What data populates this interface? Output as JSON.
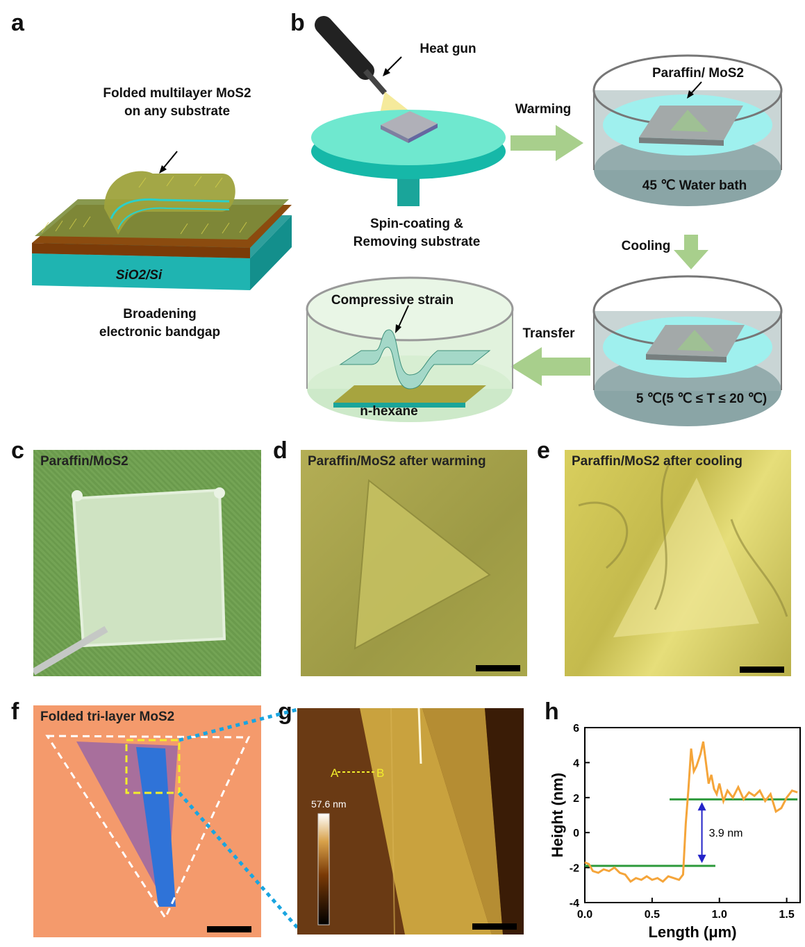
{
  "panels": {
    "a": {
      "letter": "a",
      "annotation": "Folded  multilayer MoS2 on any substrate",
      "substrate": "SiO2/Si",
      "caption_line1": "Broadening",
      "caption_line2": "electronic bandgap"
    },
    "b": {
      "letter": "b",
      "heat_gun": "Heat gun",
      "spin_line1": "Spin-coating &",
      "spin_line2": "Removing substrate",
      "warming": "Warming",
      "paraffin_mos2": "Paraffin/ MoS2",
      "water_bath": "45 ℃ Water bath",
      "cooling": "Cooling",
      "cold_bath": "5 ℃(5 ℃ ≤ T ≤ 20 ℃)",
      "transfer": "Transfer",
      "compressive": "Compressive strain",
      "hexane": "n-hexane"
    },
    "c": {
      "letter": "c",
      "title": "Paraffin/MoS2"
    },
    "d": {
      "letter": "d",
      "title": "Paraffin/MoS2 after warming"
    },
    "e": {
      "letter": "e",
      "title": "Paraffin/MoS2 after cooling"
    },
    "f": {
      "letter": "f",
      "title": "Folded tri-layer MoS2"
    },
    "g": {
      "letter": "g",
      "colorbar_max": "57.6 nm",
      "line_a": "A",
      "line_b": "B"
    },
    "h": {
      "letter": "h",
      "step_label": "3.9 nm"
    }
  },
  "colors": {
    "green_bg": "#6e9a4f",
    "olive_bg": "#a9a64a",
    "yellow_bg": "#d8cf5a",
    "orange_bg": "#f49a6c",
    "afm_dark": "#5a2e0c",
    "afm_bright": "#c9a23e",
    "profile": "#f5a53a",
    "guide": "#2e9a3c",
    "arrow_blue": "#2323c8",
    "flow_arrow": "#a8cf8c",
    "zoom_line": "#1aa5e0"
  },
  "chart_data": {
    "type": "line",
    "panel": "h",
    "xlabel": "Length (μm)",
    "ylabel": "Height (nm)",
    "xlim": [
      0.0,
      1.6
    ],
    "ylim": [
      -4,
      6
    ],
    "xticks": [
      "0.0",
      "0.5",
      "1.0",
      "1.5"
    ],
    "yticks": [
      "-4",
      "-2",
      "0",
      "2",
      "4",
      "6"
    ],
    "series": [
      {
        "x": [
          0.0,
          0.03,
          0.06,
          0.1,
          0.14,
          0.18,
          0.22,
          0.26,
          0.3,
          0.34,
          0.38,
          0.42,
          0.46,
          0.5,
          0.54,
          0.58,
          0.62,
          0.66,
          0.7,
          0.73,
          0.75,
          0.77,
          0.79,
          0.81,
          0.83,
          0.86,
          0.88,
          0.9,
          0.92,
          0.94,
          0.96,
          0.98,
          1.0,
          1.03,
          1.06,
          1.1,
          1.14,
          1.18,
          1.22,
          1.26,
          1.3,
          1.34,
          1.38,
          1.42,
          1.46,
          1.5,
          1.54,
          1.58
        ],
        "y": [
          -1.7,
          -1.8,
          -2.2,
          -2.3,
          -2.1,
          -2.2,
          -2.0,
          -2.3,
          -2.4,
          -2.8,
          -2.6,
          -2.7,
          -2.5,
          -2.7,
          -2.6,
          -2.8,
          -2.5,
          -2.6,
          -2.7,
          -2.4,
          0.5,
          2.5,
          4.8,
          3.5,
          3.8,
          4.5,
          5.2,
          4.0,
          2.8,
          3.3,
          2.5,
          2.2,
          2.8,
          1.8,
          2.4,
          2.0,
          2.6,
          1.9,
          2.3,
          2.1,
          2.4,
          1.8,
          2.2,
          1.2,
          1.4,
          2.0,
          2.4,
          2.3
        ]
      }
    ],
    "reference_lines": [
      {
        "y": -1.9,
        "x_from": 0.0,
        "x_to": 0.97
      },
      {
        "y": 1.9,
        "x_from": 0.63,
        "x_to": 1.58
      }
    ],
    "annotation": "3.9 nm"
  }
}
